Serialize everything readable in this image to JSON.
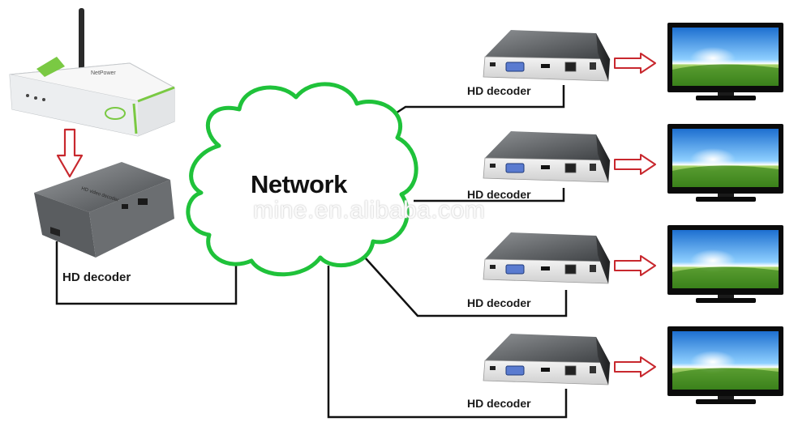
{
  "diagram": {
    "network_label": "Network",
    "watermark": "mine.en.alibaba.com",
    "source_decoder_label": "HD decoder",
    "decoders": [
      {
        "label": "HD decoder"
      },
      {
        "label": "HD decoder"
      },
      {
        "label": "HD decoder"
      },
      {
        "label": "HD decoder"
      }
    ],
    "router_brand": "NetPower",
    "source_device_text": "HD video decoder",
    "colors": {
      "cloud_outline": "#1fc23a",
      "arrow_outline": "#c8282e",
      "line": "#111111",
      "device_body": "#5a5d60",
      "router_accent": "#7ac943"
    }
  }
}
